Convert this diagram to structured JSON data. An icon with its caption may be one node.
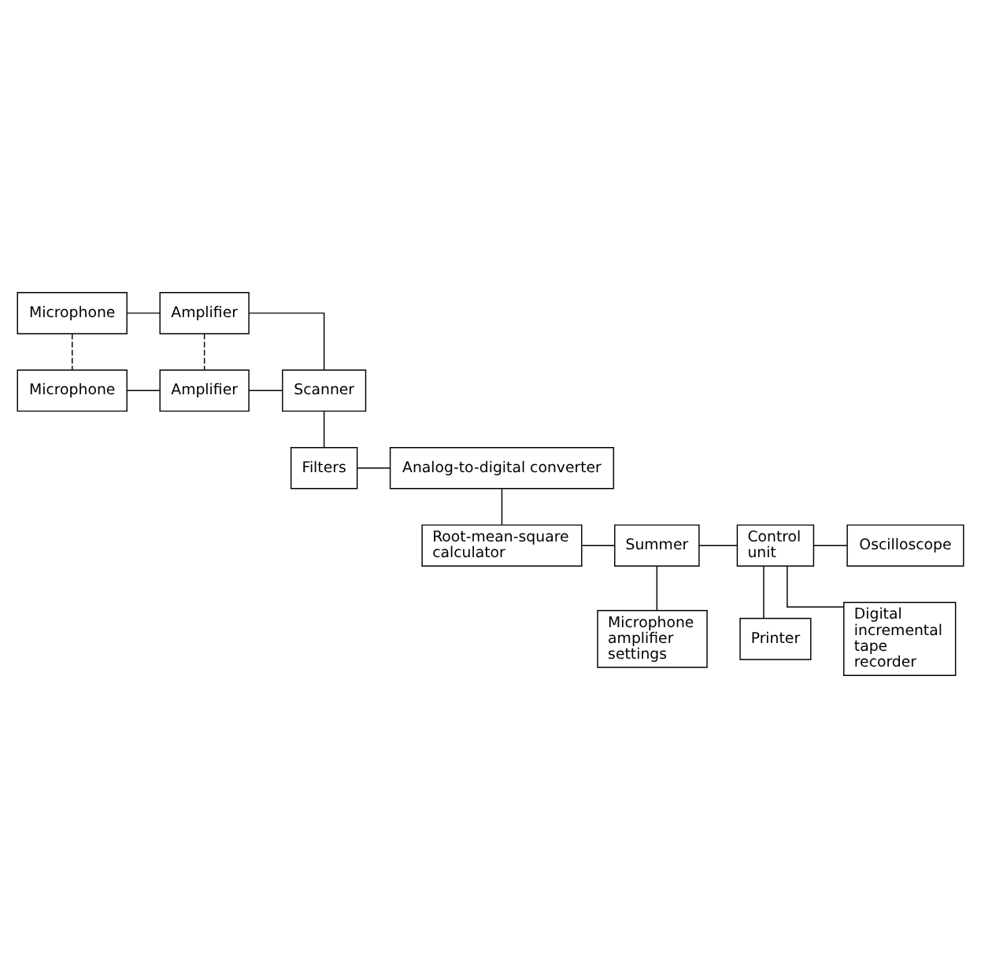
{
  "diagram": {
    "nodes": [
      {
        "text": [
          "Microphone"
        ]
      },
      {
        "text": [
          "Amplifier"
        ]
      },
      {
        "text": [
          "Microphone"
        ]
      },
      {
        "text": [
          "Amplifier"
        ]
      },
      {
        "text": [
          "Scanner"
        ]
      },
      {
        "text": [
          "Filters"
        ]
      },
      {
        "text": [
          "Analog-to-digital converter"
        ]
      },
      {
        "text": [
          "Root-mean-square calculator"
        ]
      },
      {
        "text": [
          "Summer"
        ]
      },
      {
        "text": [
          "Microphone amplifier settings"
        ]
      },
      {
        "text": [
          "Control unit"
        ]
      },
      {
        "text": [
          "Oscilloscope"
        ]
      },
      {
        "text": [
          "Printer"
        ]
      },
      {
        "text": [
          "Digital incremental tape recorder"
        ]
      }
    ],
    "edges": [
      {
        "from": 0,
        "to": 1,
        "arrow": "none"
      },
      {
        "from": 0,
        "to": 2,
        "arrow": "none",
        "style": "dashed"
      },
      {
        "from": 1,
        "to": 3,
        "arrow": "none",
        "style": "dashed"
      },
      {
        "from": 2,
        "to": 3,
        "arrow": "none"
      },
      {
        "from": 1,
        "to": 4,
        "arrow": "none"
      },
      {
        "from": 3,
        "to": 4,
        "arrow": "none"
      },
      {
        "from": 4,
        "to": 5,
        "arrow": "none"
      },
      {
        "from": 5,
        "to": 6,
        "arrow": "none"
      },
      {
        "from": 6,
        "to": 7,
        "arrow": "none"
      },
      {
        "from": 7,
        "to": 8,
        "arrow": "none"
      },
      {
        "from": 8,
        "to": 9,
        "arrow": "none"
      },
      {
        "from": 8,
        "to": 10,
        "arrow": "none"
      },
      {
        "from": 10,
        "to": 11,
        "arrow": "none"
      },
      {
        "from": 10,
        "to": 12,
        "arrow": "none"
      },
      {
        "from": 10,
        "to": 13,
        "arrow": "none"
      }
    ]
  }
}
